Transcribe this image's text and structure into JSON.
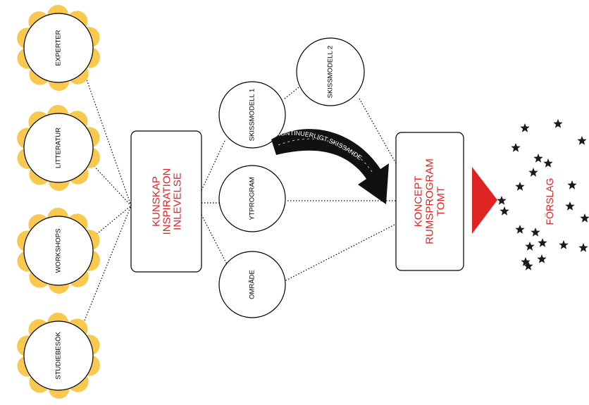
{
  "colors": {
    "petal": "#f9c84f",
    "accent": "#e02424",
    "line": "#000000",
    "star": "#1a1a1a"
  },
  "sources": [
    "EXPERTER",
    "LITTERATUR",
    "WORKSHOPS",
    "STUDIEBESÖK"
  ],
  "hub": {
    "lines": [
      "KUNSKAP",
      "INSPIRATION",
      "INLEVELSE"
    ]
  },
  "models": {
    "model1": "SKISSMODELL 1",
    "model2": "SKISSMODELL 2"
  },
  "inputs": {
    "ytprogram": "YTPROGRAM",
    "omrade": "OMRÅDE"
  },
  "concept": {
    "lines": [
      "KONCEPT",
      "RUMSPROGRAM",
      "TOMT"
    ]
  },
  "arrow_text": "KONTINUERLIGT SKISSANDE",
  "output": {
    "label": "FÖRSLAG",
    "icon": "star-icon"
  }
}
